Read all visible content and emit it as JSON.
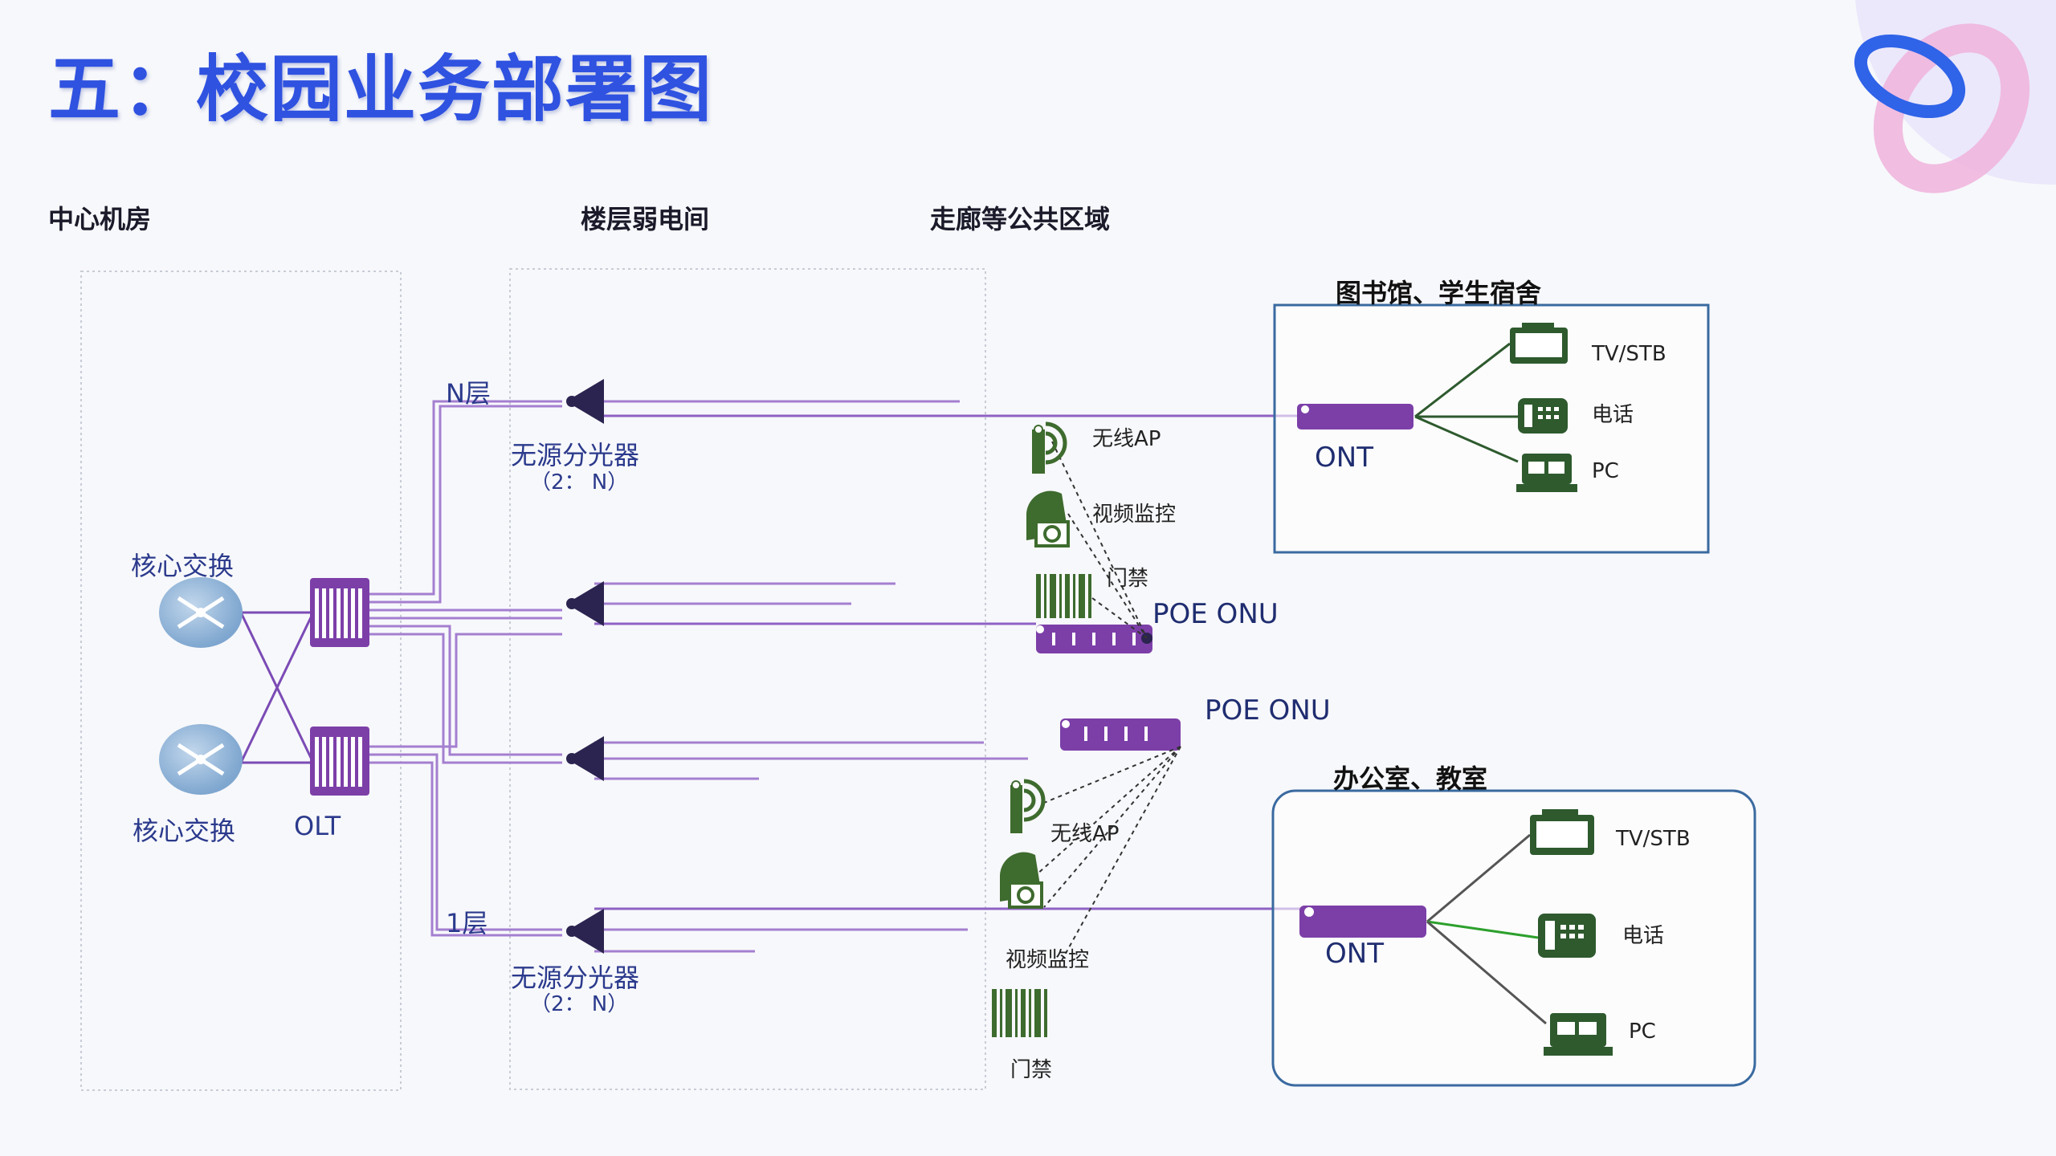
{
  "title": "五：校园业务部署图",
  "zones": {
    "center": "中心机房",
    "floor": "楼层弱电间",
    "corridor": "走廊等公共区域"
  },
  "core": {
    "switch1": "核心交换",
    "switch2": "核心交换",
    "olt": "OLT"
  },
  "floors": {
    "top": "N层",
    "bottom": "1层"
  },
  "splitter": {
    "label": "无源分光器",
    "ratio": "（2： N）"
  },
  "corridor_top": {
    "ap": "无线AP",
    "camera": "视频监控",
    "access": "门禁",
    "onu": "POE ONU"
  },
  "corridor_bottom": {
    "onu": "POE ONU",
    "ap": "无线AP",
    "camera": "视频监控",
    "access": "门禁"
  },
  "library": {
    "title": "图书馆、学生宿舍",
    "ont": "ONT",
    "tv": "TV/STB",
    "phone": "电话",
    "pc": "PC"
  },
  "office": {
    "title": "办公室、教室",
    "ont": "ONT",
    "tv": "TV/STB",
    "phone": "电话",
    "pc": "PC"
  },
  "colors": {
    "fiber": "#7b4bb5",
    "device": "#2e5a2e",
    "accent": "#2f52e0",
    "box": "#3a6aa0"
  }
}
